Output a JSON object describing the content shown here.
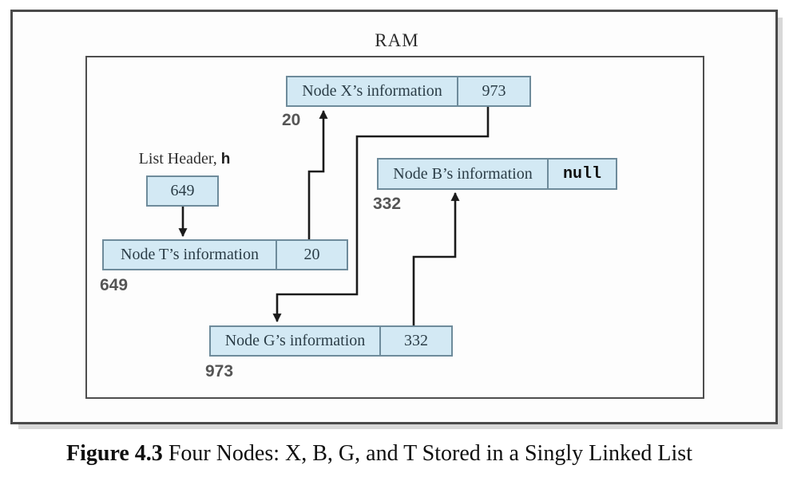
{
  "figure": {
    "ram_label": "RAM",
    "list_header": {
      "label": "List Header,",
      "var": "h",
      "value": "649"
    },
    "nodes": {
      "x": {
        "info": "Node X’s information",
        "next": "973",
        "address": "20"
      },
      "b": {
        "info": "Node B’s information",
        "next": "null",
        "address": "332"
      },
      "t": {
        "info": "Node T’s information",
        "next": "20",
        "address": "649"
      },
      "g": {
        "info": "Node G’s information",
        "next": "332",
        "address": "973"
      }
    }
  },
  "caption": {
    "label": "Figure 4.3",
    "text": "Four Nodes: X, B, G, and T Stored in a Singly Linked List"
  },
  "colors": {
    "node_fill": "#d3e9f4",
    "node_border": "#6e8b9b",
    "line": "#1b1b1b",
    "frame_border": "#4a4a4a",
    "address_text": "#555555"
  }
}
